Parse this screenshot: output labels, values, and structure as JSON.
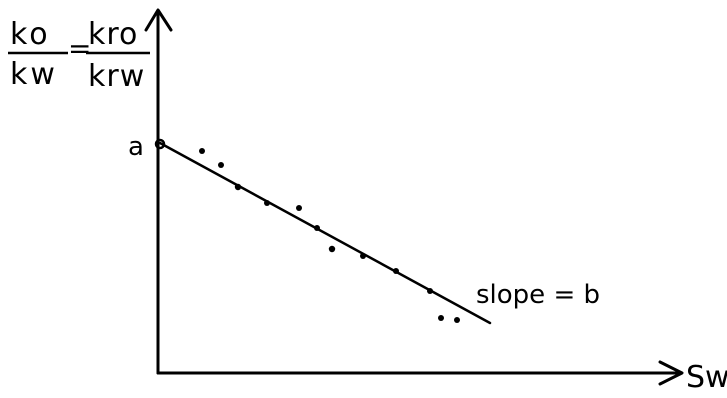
{
  "y_label": {
    "left_numerator": "ko",
    "left_denominator": "kw",
    "equals": "=",
    "right_numerator": "kro",
    "right_denominator": "krw"
  },
  "x_label": "Sw",
  "intercept_label": "a",
  "slope_label": "slope = b",
  "colors": {
    "ink": "#000000",
    "background": "#ffffff"
  }
}
